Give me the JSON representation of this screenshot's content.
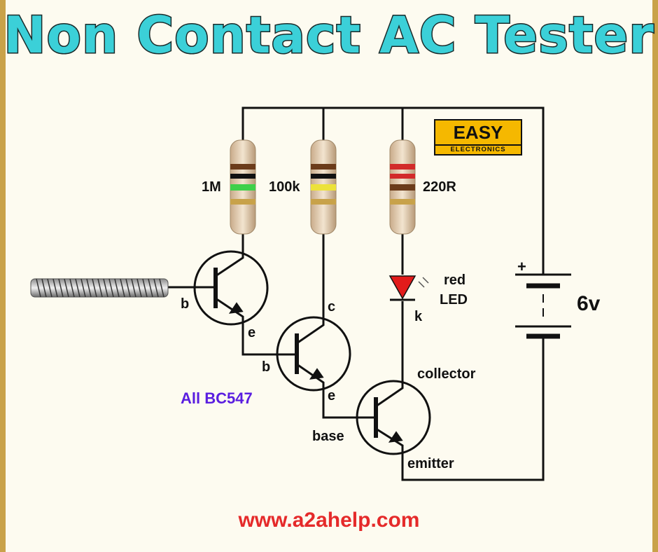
{
  "title": "Non Contact AC Tester",
  "footer_url": "www.a2ahelp.com",
  "logo": {
    "top": "EASY",
    "bottom": "ELECTRONICS"
  },
  "resistors": {
    "r1": "1M",
    "r2": "100k",
    "r3": "220R"
  },
  "led": {
    "line1": "red",
    "line2": "LED",
    "k_label": "k"
  },
  "battery": {
    "plus": "+",
    "voltage": "6v"
  },
  "transistors": {
    "note": "All BC547",
    "q1": {
      "base": "b",
      "emitter": "e"
    },
    "q2": {
      "collector": "c",
      "base": "b",
      "emitter": "e"
    },
    "q3": {
      "collector": "collector",
      "base": "base",
      "emitter": "emitter"
    }
  },
  "colors": {
    "title_fill": "#3bd0d8",
    "title_stroke": "#1a2a2a",
    "footer": "#e52a2a",
    "note": "#5a1ee0",
    "led": "#e21b1b",
    "logo_yellow": "#f5b800",
    "frame": "#c9a24a"
  },
  "icons": {
    "antenna": "spring-antenna-icon",
    "resistor": "resistor-icon",
    "transistor": "npn-transistor-icon",
    "led": "led-icon",
    "battery": "battery-icon"
  }
}
